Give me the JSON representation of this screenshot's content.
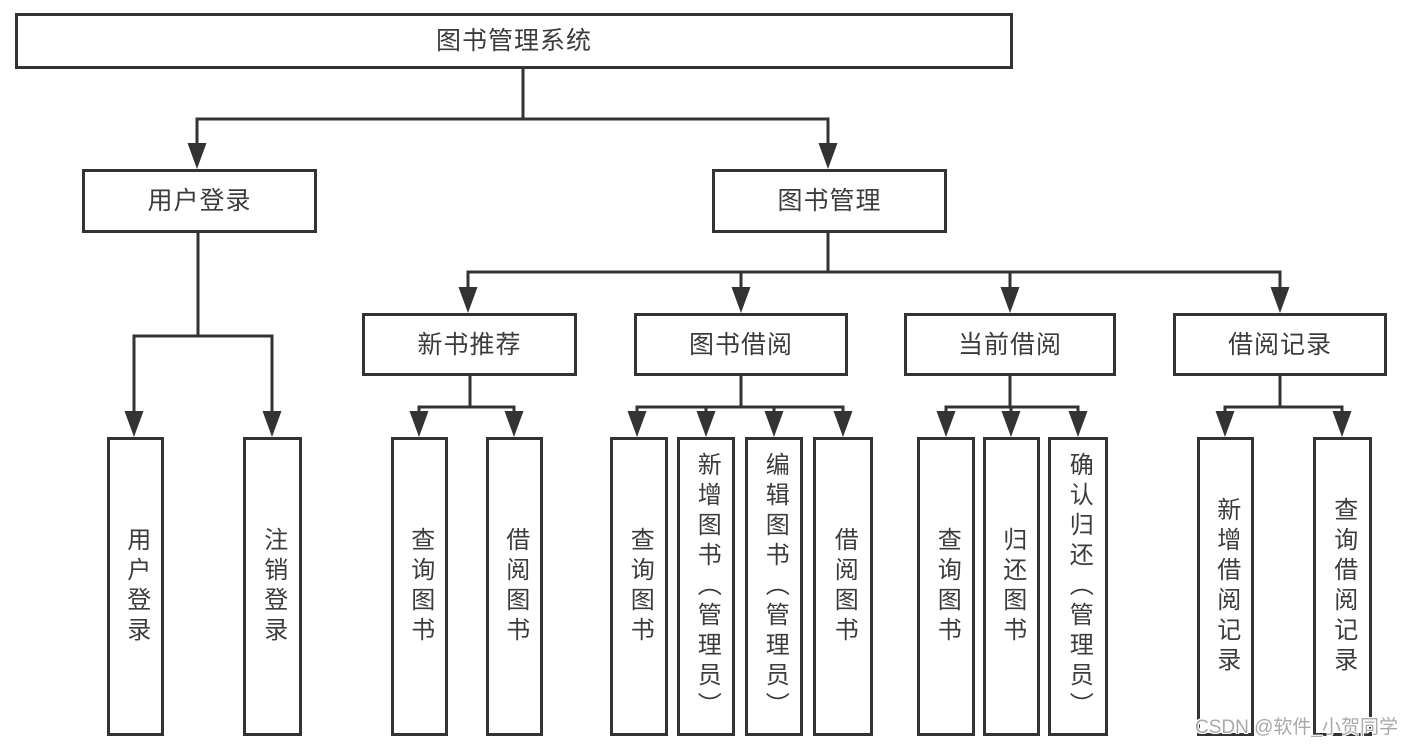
{
  "colors": {
    "line": "#333333",
    "border": "#333333",
    "text": "#3c3c3c",
    "box_background": "#ffffff",
    "page_background": "#ffffff",
    "watermark_text": "#a9a9a9"
  },
  "watermark": "CSDN @软件_小贺同学",
  "tree": {
    "label": "图书管理系统",
    "children": [
      {
        "label": "用户登录",
        "children": [
          {
            "label": "用户登录"
          },
          {
            "label": "注销登录"
          }
        ]
      },
      {
        "label": "图书管理",
        "children": [
          {
            "label": "新书推荐",
            "children": [
              {
                "label": "查询图书"
              },
              {
                "label": "借阅图书"
              }
            ]
          },
          {
            "label": "图书借阅",
            "children": [
              {
                "label": "查询图书"
              },
              {
                "label": "新增图书（管理员）"
              },
              {
                "label": "编辑图书（管理员）"
              },
              {
                "label": "借阅图书"
              }
            ]
          },
          {
            "label": "当前借阅",
            "children": [
              {
                "label": "查询图书"
              },
              {
                "label": "归还图书"
              },
              {
                "label": "确认归还（管理员）"
              }
            ]
          },
          {
            "label": "借阅记录",
            "children": [
              {
                "label": "新增借阅记录"
              },
              {
                "label": "查询借阅记录"
              }
            ]
          }
        ]
      }
    ]
  }
}
